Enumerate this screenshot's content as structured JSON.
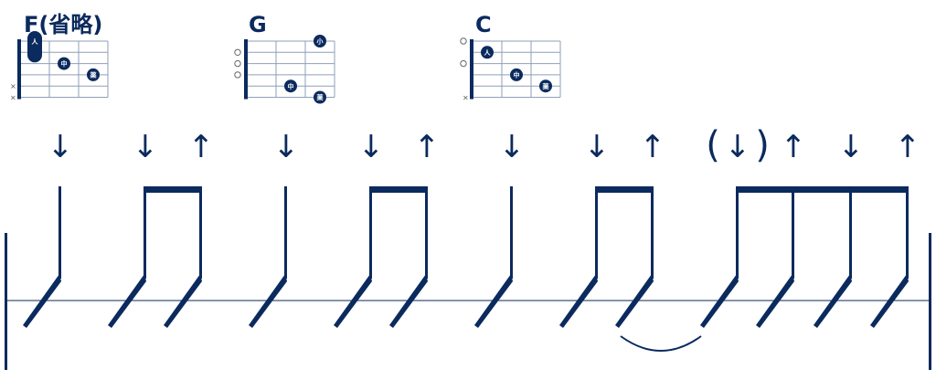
{
  "colors": {
    "ink": "#0b2a5e",
    "grid": "#8f9fb8",
    "open": "#666666"
  },
  "chords": [
    {
      "name": "F(省略)",
      "muted_strings": [
        5,
        6
      ],
      "open_strings": [],
      "barre": {
        "fret": 1,
        "from_string": 1,
        "to_string": 2,
        "label": "人"
      },
      "fingers": [
        {
          "string": 3,
          "fret": 2,
          "label": "中"
        },
        {
          "string": 4,
          "fret": 3,
          "label": "薬"
        }
      ]
    },
    {
      "name": "G",
      "muted_strings": [],
      "open_strings": [
        2,
        3,
        4
      ],
      "barre": null,
      "fingers": [
        {
          "string": 1,
          "fret": 3,
          "label": "小"
        },
        {
          "string": 5,
          "fret": 2,
          "label": "中"
        },
        {
          "string": 6,
          "fret": 3,
          "label": "薬"
        }
      ]
    },
    {
      "name": "C",
      "muted_strings": [
        6
      ],
      "open_strings": [
        1,
        3
      ],
      "barre": null,
      "fingers": [
        {
          "string": 2,
          "fret": 1,
          "label": "人"
        },
        {
          "string": 4,
          "fret": 2,
          "label": "中"
        },
        {
          "string": 5,
          "fret": 3,
          "label": "薬"
        }
      ]
    }
  ],
  "strum_glyphs": {
    "down": "↓",
    "up": "↑",
    "paren_open": "(",
    "paren_close": ")"
  },
  "strum_symbols": [
    "down",
    "down",
    "up",
    "down",
    "down",
    "up",
    "down",
    "down",
    "up",
    "down",
    "up",
    "down",
    "up"
  ],
  "ghost_strum": {
    "index": 9
  },
  "beams": [
    [
      1,
      2
    ],
    [
      4,
      5
    ],
    [
      7,
      8
    ],
    [
      9,
      12
    ]
  ],
  "tie": {
    "from": 8,
    "to": 9
  }
}
